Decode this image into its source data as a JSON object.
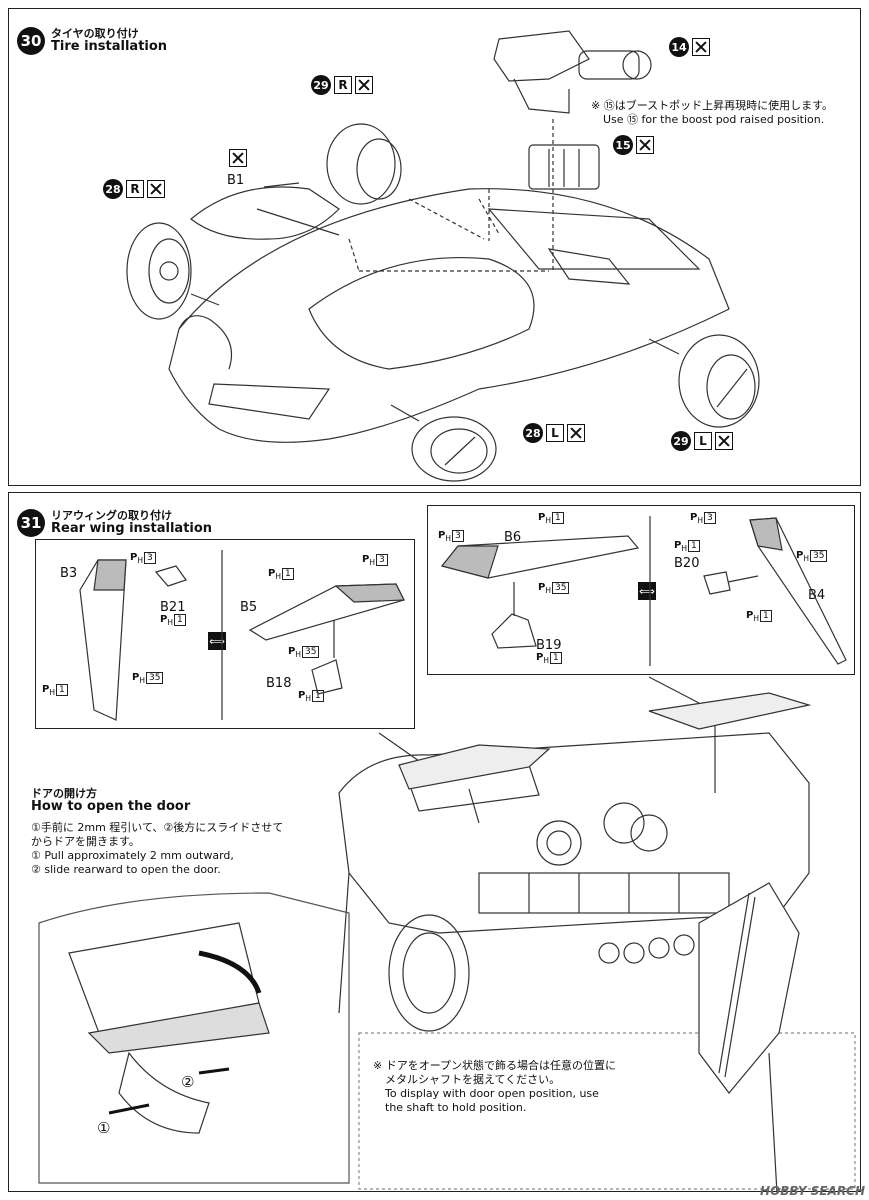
{
  "step30": {
    "number": "30",
    "title_jp": "タイヤの取り付け",
    "title_en": "Tire installation",
    "note_jp": "※ ⑮はブーストポッド上昇再現時に使用します。",
    "note_en": "Use ⑮ for the boost pod raised position.",
    "tags": [
      {
        "num": "29",
        "side": "R"
      },
      {
        "num": "28",
        "side": "R"
      },
      {
        "num": "14",
        "side": ""
      },
      {
        "num": "15",
        "side": ""
      },
      {
        "num": "28",
        "side": "L"
      },
      {
        "num": "29",
        "side": "L"
      }
    ],
    "part_b1": "B1"
  },
  "step31": {
    "number": "31",
    "title_jp": "リアウィングの取り付け",
    "title_en": "Rear wing installation",
    "parts": {
      "b3": "B3",
      "b21": "B21",
      "b5": "B5",
      "b18": "B18",
      "b6": "B6",
      "b19": "B19",
      "b20": "B20",
      "b4": "B4"
    },
    "paint": {
      "ph_prefix": "P",
      "ph_sub": "H",
      "c1": "1",
      "c3": "3",
      "c35": "35"
    },
    "door": {
      "title_jp": "ドアの開け方",
      "title_en": "How to open the door",
      "line1_jp": "①手前に 2mm 程引いて、②後方にスライドさせて",
      "line2_jp": "からドアを開きます。",
      "line1_en": "① Pull approximately 2 mm outward,",
      "line2_en": "② slide rearward to open the door.",
      "mark1": "①",
      "mark2": "②"
    },
    "display": {
      "line1_jp": "※ ドアをオープン状態で飾る場合は任意の位置に",
      "line2_jp": "メタルシャフトを据えてください。",
      "line1_en": "To display with door open position, use",
      "line2_en": "the shaft to hold position."
    }
  },
  "watermark": "HOBBY SEARCH"
}
